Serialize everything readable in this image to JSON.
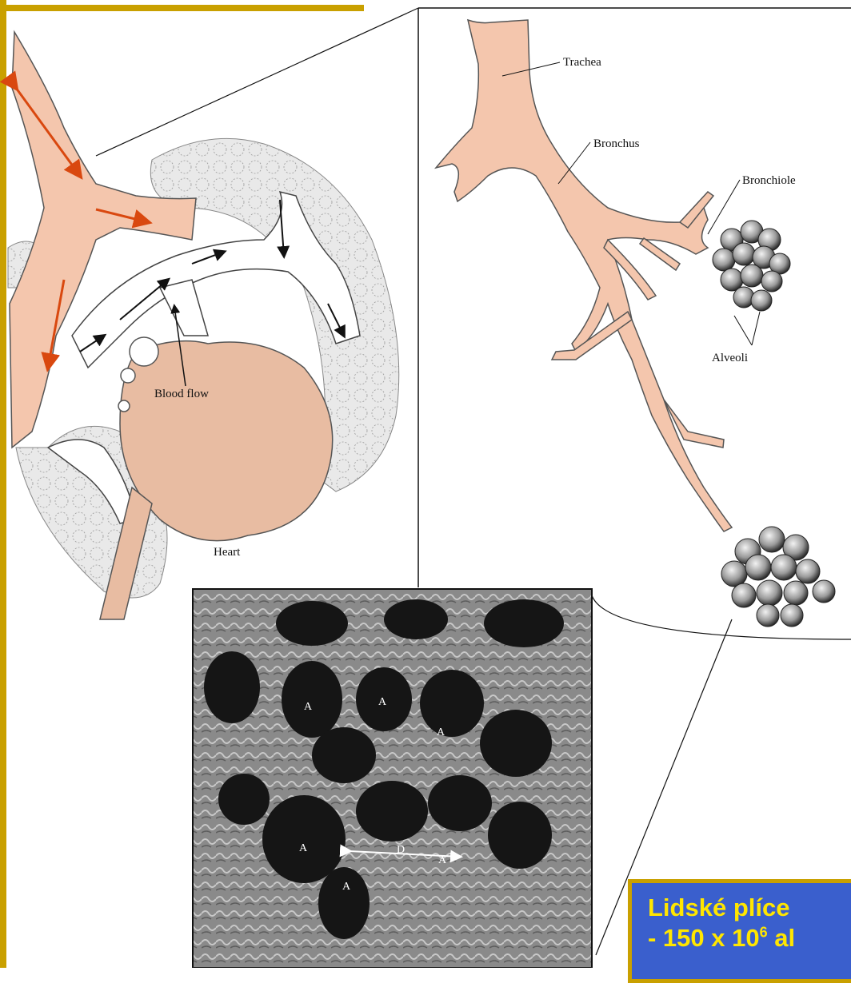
{
  "labels": {
    "trachea": "Trachea",
    "bronchus": "Bronchus",
    "bronchiole": "Bronchiole",
    "alveoli": "Alveoli",
    "blood_flow": "Blood flow",
    "heart": "Heart"
  },
  "micrograph_labels": {
    "a1": "A",
    "a2": "A",
    "a3": "A",
    "a4": "A",
    "a5": "A",
    "a6": "A",
    "d": "D"
  },
  "callout": {
    "line1": "Lidské plíce",
    "line2_prefix": "- 150 x 10",
    "line2_exp": "6",
    "line2_suffix": " al"
  },
  "colors": {
    "frame": "#c9a000",
    "callout_bg": "#3a5fcd",
    "callout_text": "#ffe600",
    "airway": "#f4c6ad",
    "heart": "#e8bca2",
    "lung_tissue": "#e6e6e6",
    "flow_arrow": "#d9480f"
  }
}
